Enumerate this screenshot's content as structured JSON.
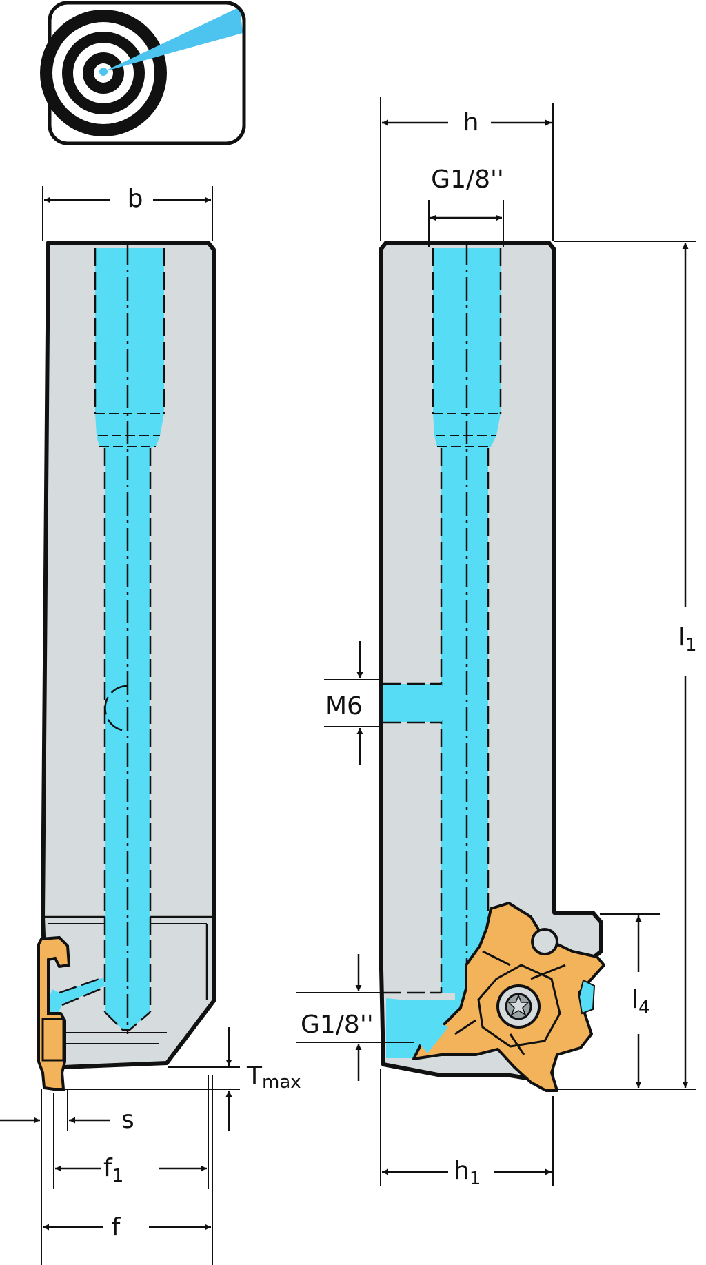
{
  "diagram": {
    "colors": {
      "body_fill": "#d6dcdd",
      "coolant_fill": "#57dcf5",
      "insert_fill": "#f2b35a",
      "outline": "#111111",
      "beam": "#4dc3f0"
    },
    "icon": "target-laser-icon",
    "labels": {
      "b": "b",
      "h": "h",
      "thread_top": "G1/8''",
      "thread_bottom": "G1/8''",
      "m6": "M6",
      "l1": "l",
      "l1_sub": "1",
      "l4": "l",
      "l4_sub": "4",
      "t": "T",
      "t_sub": "max",
      "s": "s",
      "f1": "f",
      "f1_sub": "1",
      "f": "f",
      "h1": "h",
      "h1_sub": "1"
    }
  }
}
